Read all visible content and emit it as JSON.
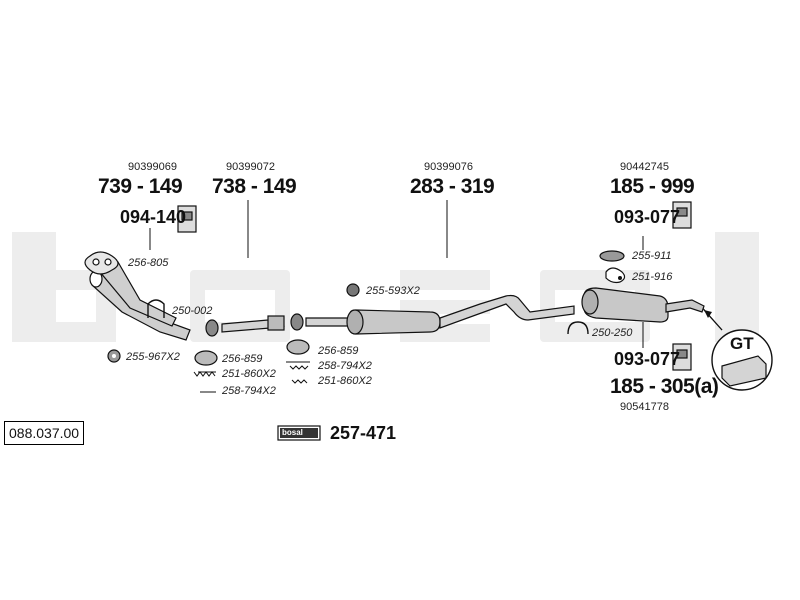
{
  "diagram": {
    "reference": "088.037.00",
    "watermark": "bosal",
    "brand_badge": "bosal",
    "kit_number": "257-471",
    "columns": [
      {
        "oem": "90399069",
        "part": "739 - 149"
      },
      {
        "oem": "90399072",
        "part": "738 - 149"
      },
      {
        "oem": "90399076",
        "part": "283 - 319"
      },
      {
        "oem": "90442745",
        "part": "185 - 999"
      }
    ],
    "rear": {
      "part": "185 - 305(a)",
      "oem": "90541778"
    },
    "mounts": {
      "front": "094-140",
      "rear_top": "093-077",
      "rear_bottom": "093-077"
    },
    "small_parts": {
      "p256_805": "256-805",
      "p250_002": "250-002",
      "p255_967": "255-967X2",
      "p256_859_a": "256-859",
      "p251_860_a": "251-860X2",
      "p258_794_a": "258-794X2",
      "p256_859_b": "256-859",
      "p258_794_b": "258-794X2",
      "p251_860_b": "251-860X2",
      "p255_593": "255-593X2",
      "p255_911": "255-911",
      "p251_916": "251-916",
      "p250_250": "250-250"
    },
    "gt_label": "GT",
    "colors": {
      "line": "#111111",
      "watermark": "#ececec",
      "part_fill": "#bdbdbd"
    }
  }
}
